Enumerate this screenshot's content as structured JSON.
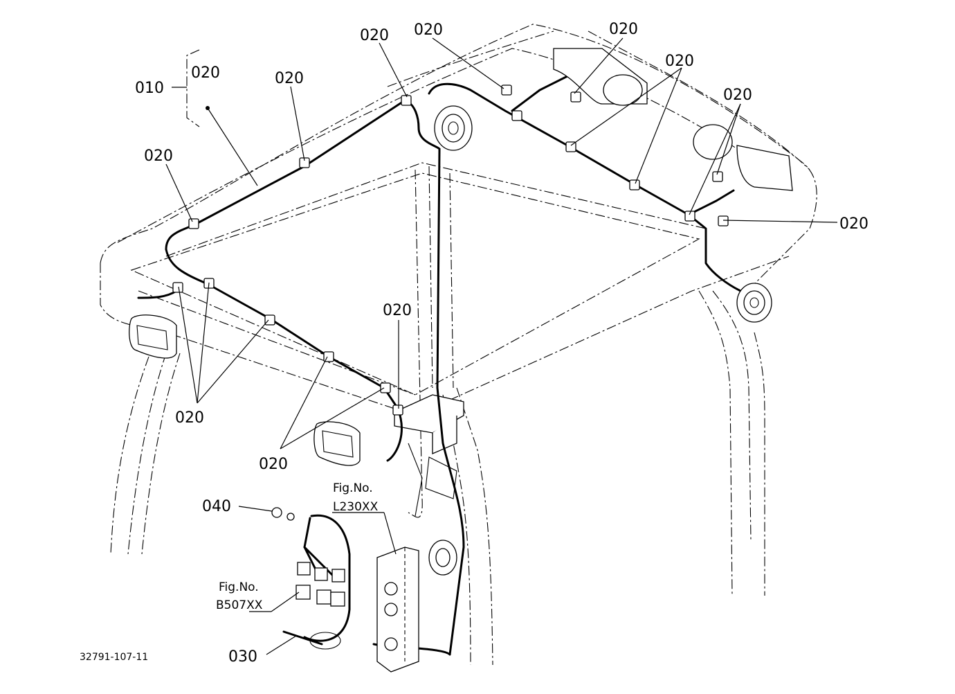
{
  "diagram": {
    "callouts": {
      "assembly": "010",
      "clamp": "020",
      "tie": "030",
      "bolt": "040"
    },
    "figure_refs": [
      {
        "label": "Fig.No.",
        "number": "L230XX"
      },
      {
        "label": "Fig.No.",
        "number": "B507XX"
      }
    ],
    "drawing_number": "32791-107-11"
  }
}
